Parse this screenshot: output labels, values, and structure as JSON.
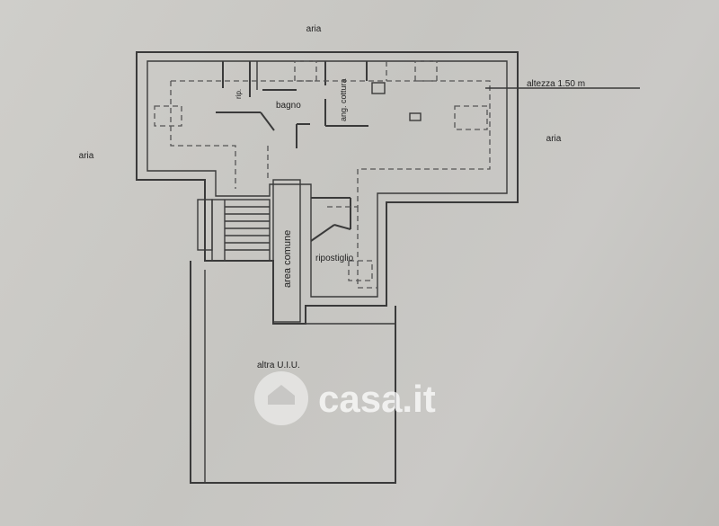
{
  "plan": {
    "labels": {
      "aria_top": "aria",
      "aria_left": "aria",
      "aria_right": "aria",
      "altezza": "altezza 1.50 m",
      "rip": "rip.",
      "bagno": "bagno",
      "ang_cottura": "ang. cottura",
      "area_comune": "area comune",
      "ripostiglio": "ripostiglio",
      "altra_uiu": "altra U.I.U."
    },
    "watermark": {
      "brand": "casa.it",
      "accent": "#ffffff"
    }
  },
  "colors": {
    "background": "#c9c8c6",
    "lines": "#3a3a3a"
  }
}
